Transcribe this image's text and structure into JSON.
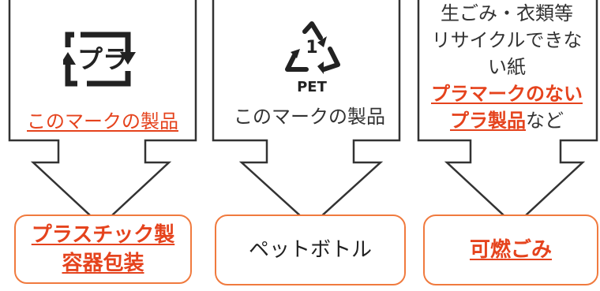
{
  "columns": [
    {
      "mark": {
        "icon": "pura-recycling-mark-icon",
        "text": "プラ"
      },
      "caption": "このマークの製品",
      "result_lines": [
        "プラスチック製",
        "容器包装"
      ]
    },
    {
      "mark": {
        "icon": "pet-recycling-mark-icon",
        "number": "1",
        "label": "PET"
      },
      "caption": "このマークの製品",
      "result_lines": [
        "ペットボトル"
      ]
    },
    {
      "plain_lines": [
        "生ごみ・衣類等",
        "リサイクルできな",
        "い紙"
      ],
      "highlight_lines": [
        "プラマークのない",
        "プラ製品"
      ],
      "suffix": "など",
      "result_lines": [
        "可燃ごみ"
      ]
    }
  ],
  "colors": {
    "accent": "#e5431d",
    "box_border": "#f07a3e",
    "outline": "#333333"
  }
}
